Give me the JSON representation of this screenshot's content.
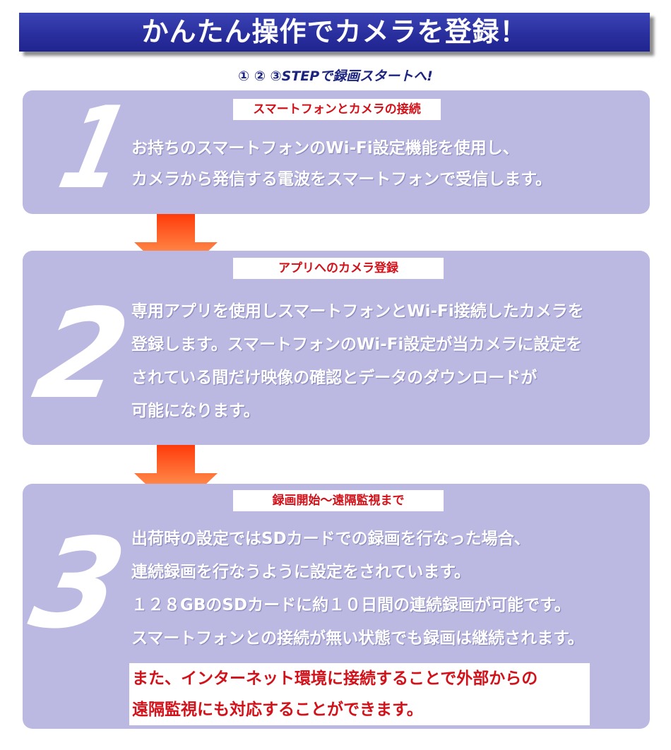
{
  "header": {
    "title": "かんたん操作でカメラを登録！",
    "subtitle": "① ② ③STEPで録画スタートへ!"
  },
  "steps": [
    {
      "number": "1",
      "label": "スマートフォンとカメラの接続",
      "lines": [
        "お持ちのスマートフォンのWi-Fi設定機能を使用し、",
        "カメラから発信する電波をスマートフォンで受信します。"
      ]
    },
    {
      "number": "2",
      "label": "アプリへのカメラ登録",
      "lines": [
        "専用アプリを使用しスマートフォンとWi-Fi接続したカメラを",
        "登録します。スマートフォンのWi-Fi設定が当カメラに設定を",
        "されている間だけ映像の確認とデータのダウンロードが",
        "可能になります。"
      ]
    },
    {
      "number": "3",
      "label": "録画開始～遠隔監視まで",
      "lines": [
        "出荷時の設定ではSDカードでの録画を行なった場合、",
        "連続録画を行なうように設定をされています。",
        "１２８GBのSDカードに約１０日間の連続録画が可能です。",
        "スマートフォンとの接続が無い状態でも録画は継続されます。"
      ],
      "highlight_lines": [
        "また、インターネット環境に接続することで外部からの",
        "遠隔監視にも対応することができます。"
      ]
    }
  ],
  "colors": {
    "title_bg": "#2a2f9e",
    "panel_bg": "#bbb9e2",
    "label_text": "#d2121a",
    "arrow_top": "#ff3b0a",
    "arrow_bottom": "#ffe0c8"
  },
  "icons": {
    "step_arrow": "arrow-down-icon"
  }
}
